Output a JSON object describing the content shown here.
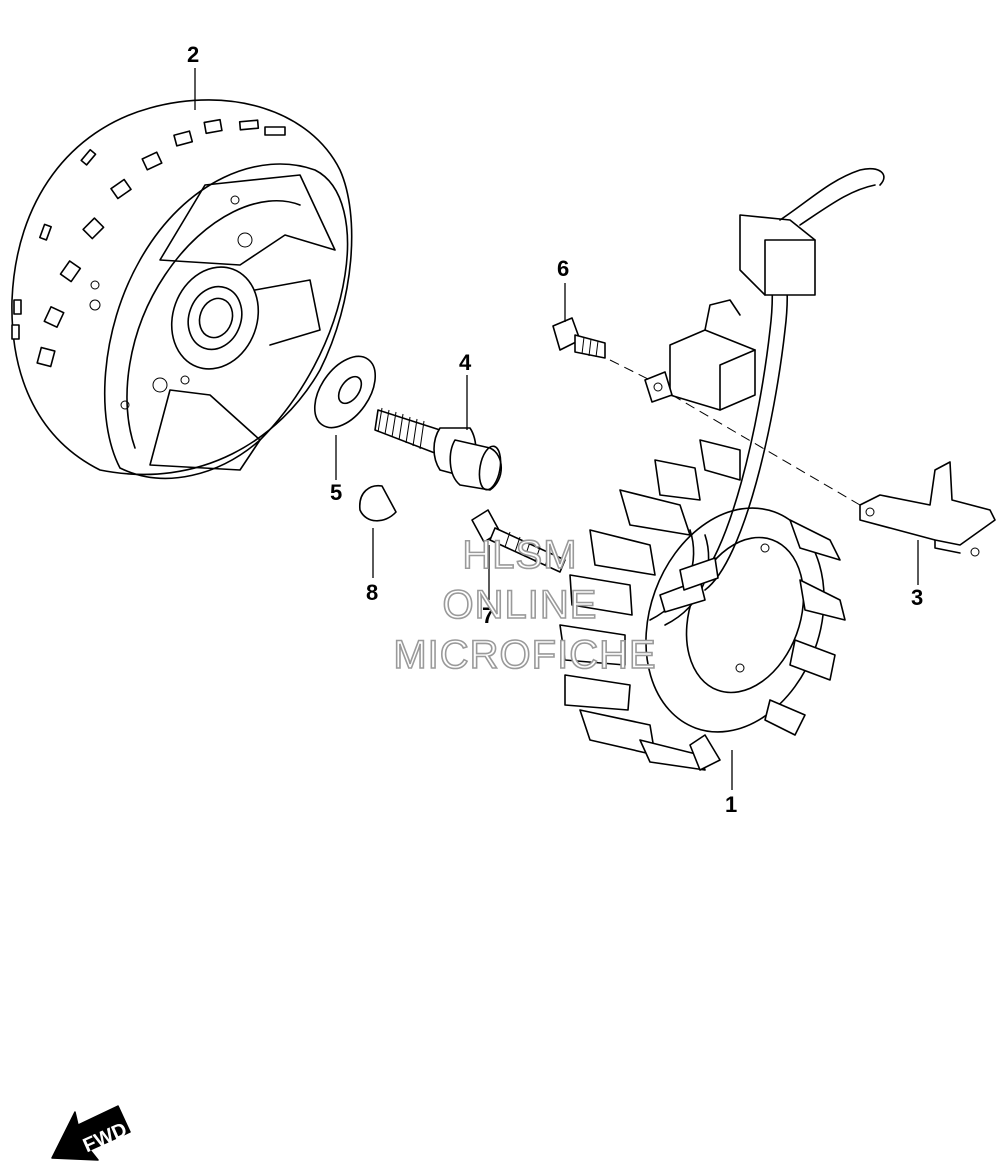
{
  "callouts": {
    "stator": "1",
    "rotor": "2",
    "bracket": "3",
    "rotor_bolt": "4",
    "washer": "5",
    "screw_small": "6",
    "screw_stator": "7",
    "key": "8"
  },
  "watermark": {
    "line1": "HLSM",
    "line2": "ONLINE",
    "line3": "MICROFICHE"
  },
  "fwd_label": "FWD",
  "colors": {
    "ink": "#000000",
    "watermark_outline": "#9a9a9a",
    "background": "#ffffff"
  }
}
